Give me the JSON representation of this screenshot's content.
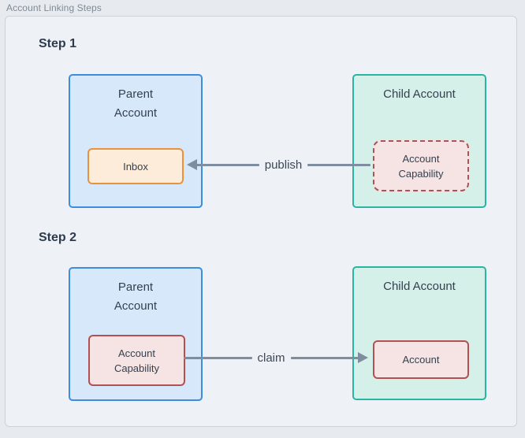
{
  "diagram": {
    "title": "Account Linking Steps"
  },
  "steps": [
    {
      "label": "Step 1",
      "parent": {
        "title": "Parent Account",
        "inner": "Inbox"
      },
      "child": {
        "title": "Child Account",
        "inner": "Account Capability"
      },
      "arrow": {
        "label": "publish",
        "direction": "right-to-left"
      }
    },
    {
      "label": "Step 2",
      "parent": {
        "title": "Parent Account",
        "inner": "Account Capability"
      },
      "child": {
        "title": "Child Account",
        "inner": "Account"
      },
      "arrow": {
        "label": "claim",
        "direction": "left-to-right"
      }
    }
  ],
  "colors": {
    "page_background": "#e7ebf0",
    "frame_background": "#eef1f6",
    "frame_border": "#cad2da",
    "parent_fill": "#d8e8fb",
    "parent_border": "#3d8dde",
    "child_fill": "#d5efe9",
    "child_border": "#2ab4a2",
    "inbox_fill": "#fdecd9",
    "inbox_border": "#e7923d",
    "capability_fill": "#f6e3e3",
    "capability_border": "#b05152",
    "arrow": "#7e8ea0",
    "text": "#354150"
  }
}
